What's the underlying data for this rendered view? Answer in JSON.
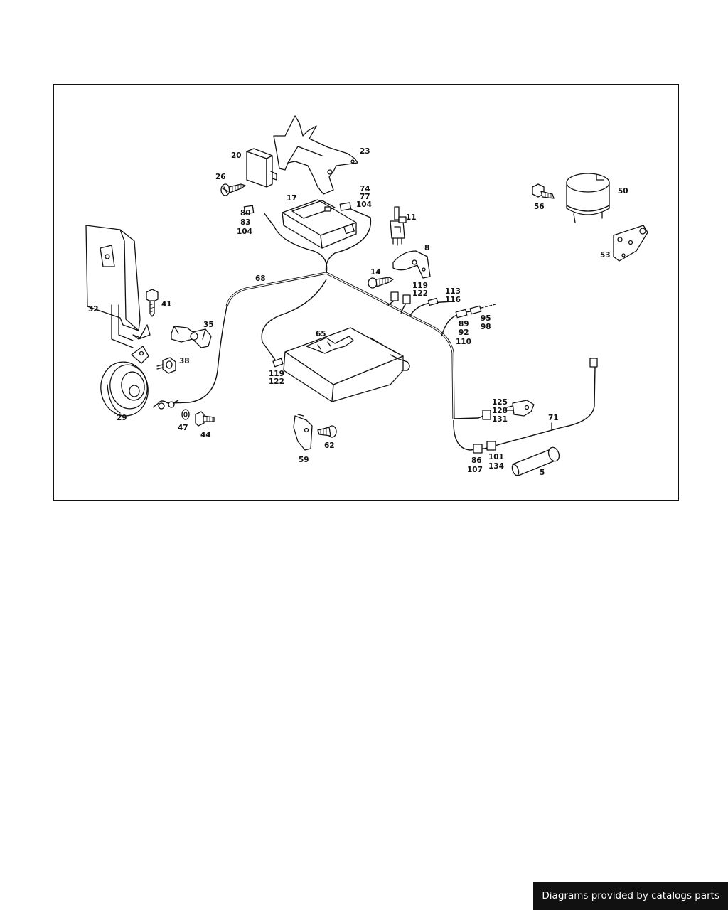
{
  "credit": "Diagrams provided by catalogs parts",
  "callouts": {
    "c20": "20",
    "c23": "23",
    "c26": "26",
    "c17": "17",
    "c74": "74",
    "c77": "77",
    "c104a": "104",
    "c80": "80",
    "c83": "83",
    "c104b": "104",
    "c11": "11",
    "c50": "50",
    "c56": "56",
    "c53": "53",
    "c8": "8",
    "c68": "68",
    "c14": "14",
    "c119a": "119",
    "c122a": "122",
    "c113": "113",
    "c116": "116",
    "c32": "32",
    "c41": "41",
    "c35": "35",
    "c95": "95",
    "c98": "98",
    "c89": "89",
    "c92": "92",
    "c110": "110",
    "c65": "65",
    "c38": "38",
    "c119b": "119",
    "c122b": "122",
    "c29": "29",
    "c47": "47",
    "c44": "44",
    "c125": "125",
    "c128": "128",
    "c131": "131",
    "c71": "71",
    "c62": "62",
    "c59": "59",
    "c86": "86",
    "c107": "107",
    "c101": "101",
    "c134": "134",
    "c5": "5"
  }
}
